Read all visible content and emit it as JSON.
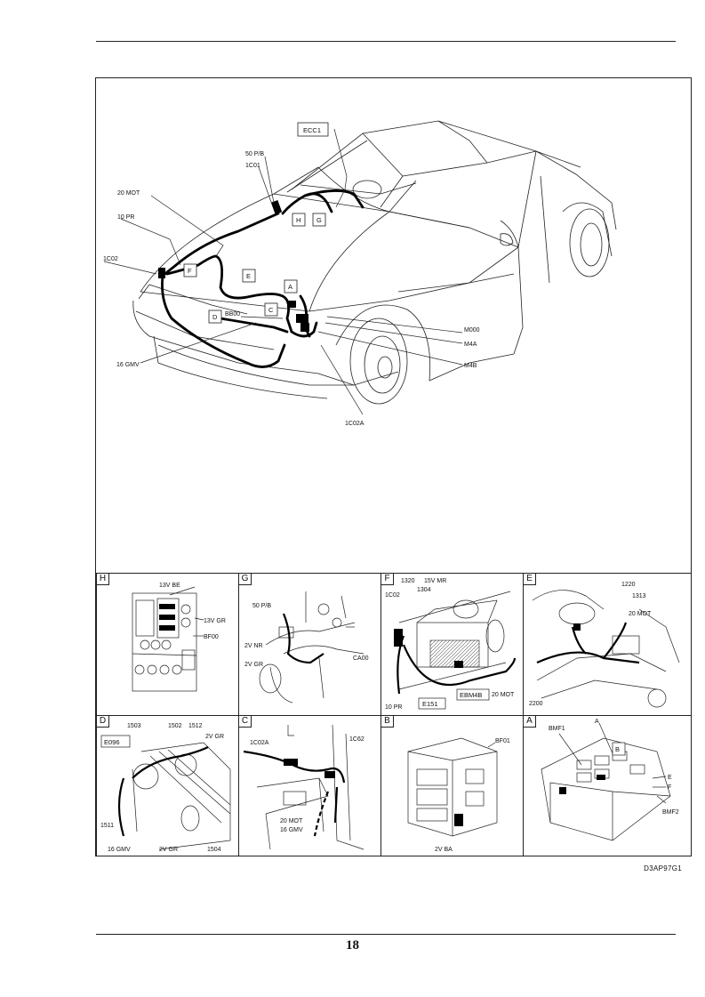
{
  "page_number": "18",
  "drawing_ref": "D3AP97G1",
  "main": {
    "labels": {
      "ecc1": "ECC1",
      "p50": "50 P/B",
      "ic01": "1C01",
      "mot20": "20 MOT",
      "pr10": "10 PR",
      "ic02": "1C02",
      "bb00": "BB00",
      "gmv16": "16 GMV",
      "m000": "M000",
      "m4a": "M4A",
      "m4b": "M4B",
      "ic02a": "1C02A"
    },
    "callouts": {
      "A": "A",
      "C": "C",
      "D": "D",
      "E": "E",
      "F": "F",
      "G": "G",
      "H": "H"
    }
  },
  "panels": {
    "H": {
      "letter": "H",
      "labels": {
        "be13v": "13V BE",
        "gr13v": "13V GR",
        "bf00": "BF00"
      }
    },
    "G": {
      "letter": "G",
      "labels": {
        "pb50": "50 P/B",
        "nr2v": "2V NR",
        "gr2v": "2V GR",
        "ca00": "CA00"
      }
    },
    "F": {
      "letter": "F",
      "labels": {
        "ic02": "1C02",
        "n1320": "1320",
        "mr15v": "15V MR",
        "n1304": "1304",
        "pr10": "10 PR",
        "e151": "E151",
        "ebm4b": "EBM4B",
        "mot20": "20 MOT"
      }
    },
    "E": {
      "letter": "E",
      "labels": {
        "n1220": "1220",
        "n1313": "1313",
        "mot20": "20 MOT",
        "n2200": "2200"
      }
    },
    "D": {
      "letter": "D",
      "labels": {
        "n1503": "1503",
        "n1502": "1502",
        "n1512": "1512",
        "e096": "E096",
        "gr2v": "2V GR",
        "n1511": "1511",
        "gmv16": "16 GMV",
        "gr2v_b": "2V GR",
        "n1504": "1504"
      }
    },
    "C": {
      "letter": "C",
      "labels": {
        "ic02a": "1C02A",
        "ic62": "1C62",
        "mot20": "20 MOT",
        "gmv16": "16 GMV"
      }
    },
    "B": {
      "letter": "B",
      "labels": {
        "bf01": "BF01",
        "ba2v": "2V BA"
      }
    },
    "A": {
      "letter": "A",
      "labels": {
        "bmf1": "BMF1",
        "a": "A",
        "b": "B",
        "e": "E",
        "f": "F",
        "bmf2": "BMF2"
      }
    }
  }
}
